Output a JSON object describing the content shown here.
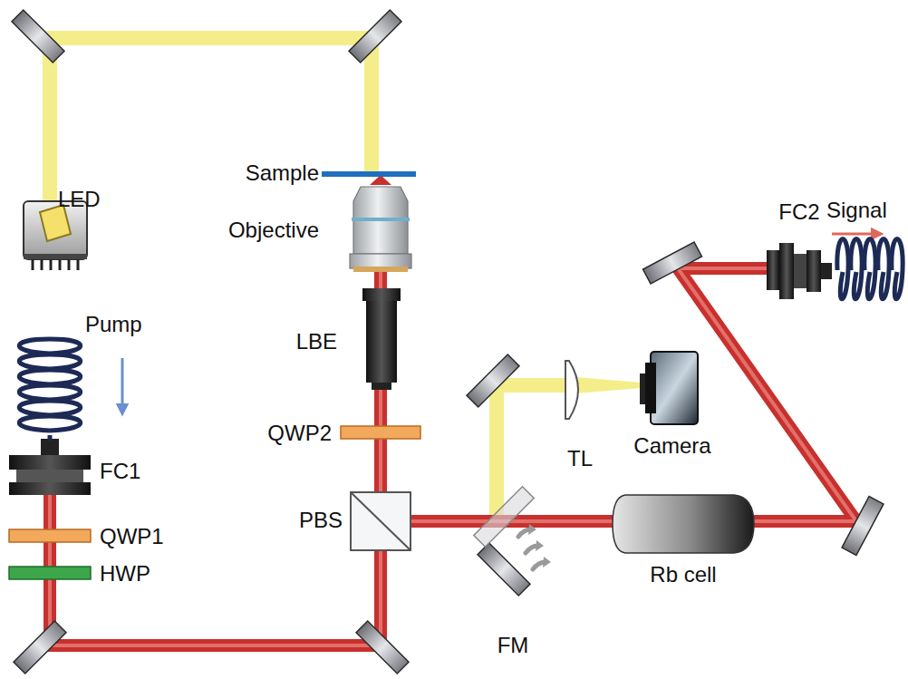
{
  "diagram": {
    "labels": [
      "LED",
      "Sample",
      "Objective",
      "Pump",
      "FC1",
      "QWP1",
      "HWP",
      "LBE",
      "QWP2",
      "PBS",
      "FM",
      "Rb cell",
      "TL",
      "Camera",
      "FC2",
      "Signal"
    ]
  }
}
